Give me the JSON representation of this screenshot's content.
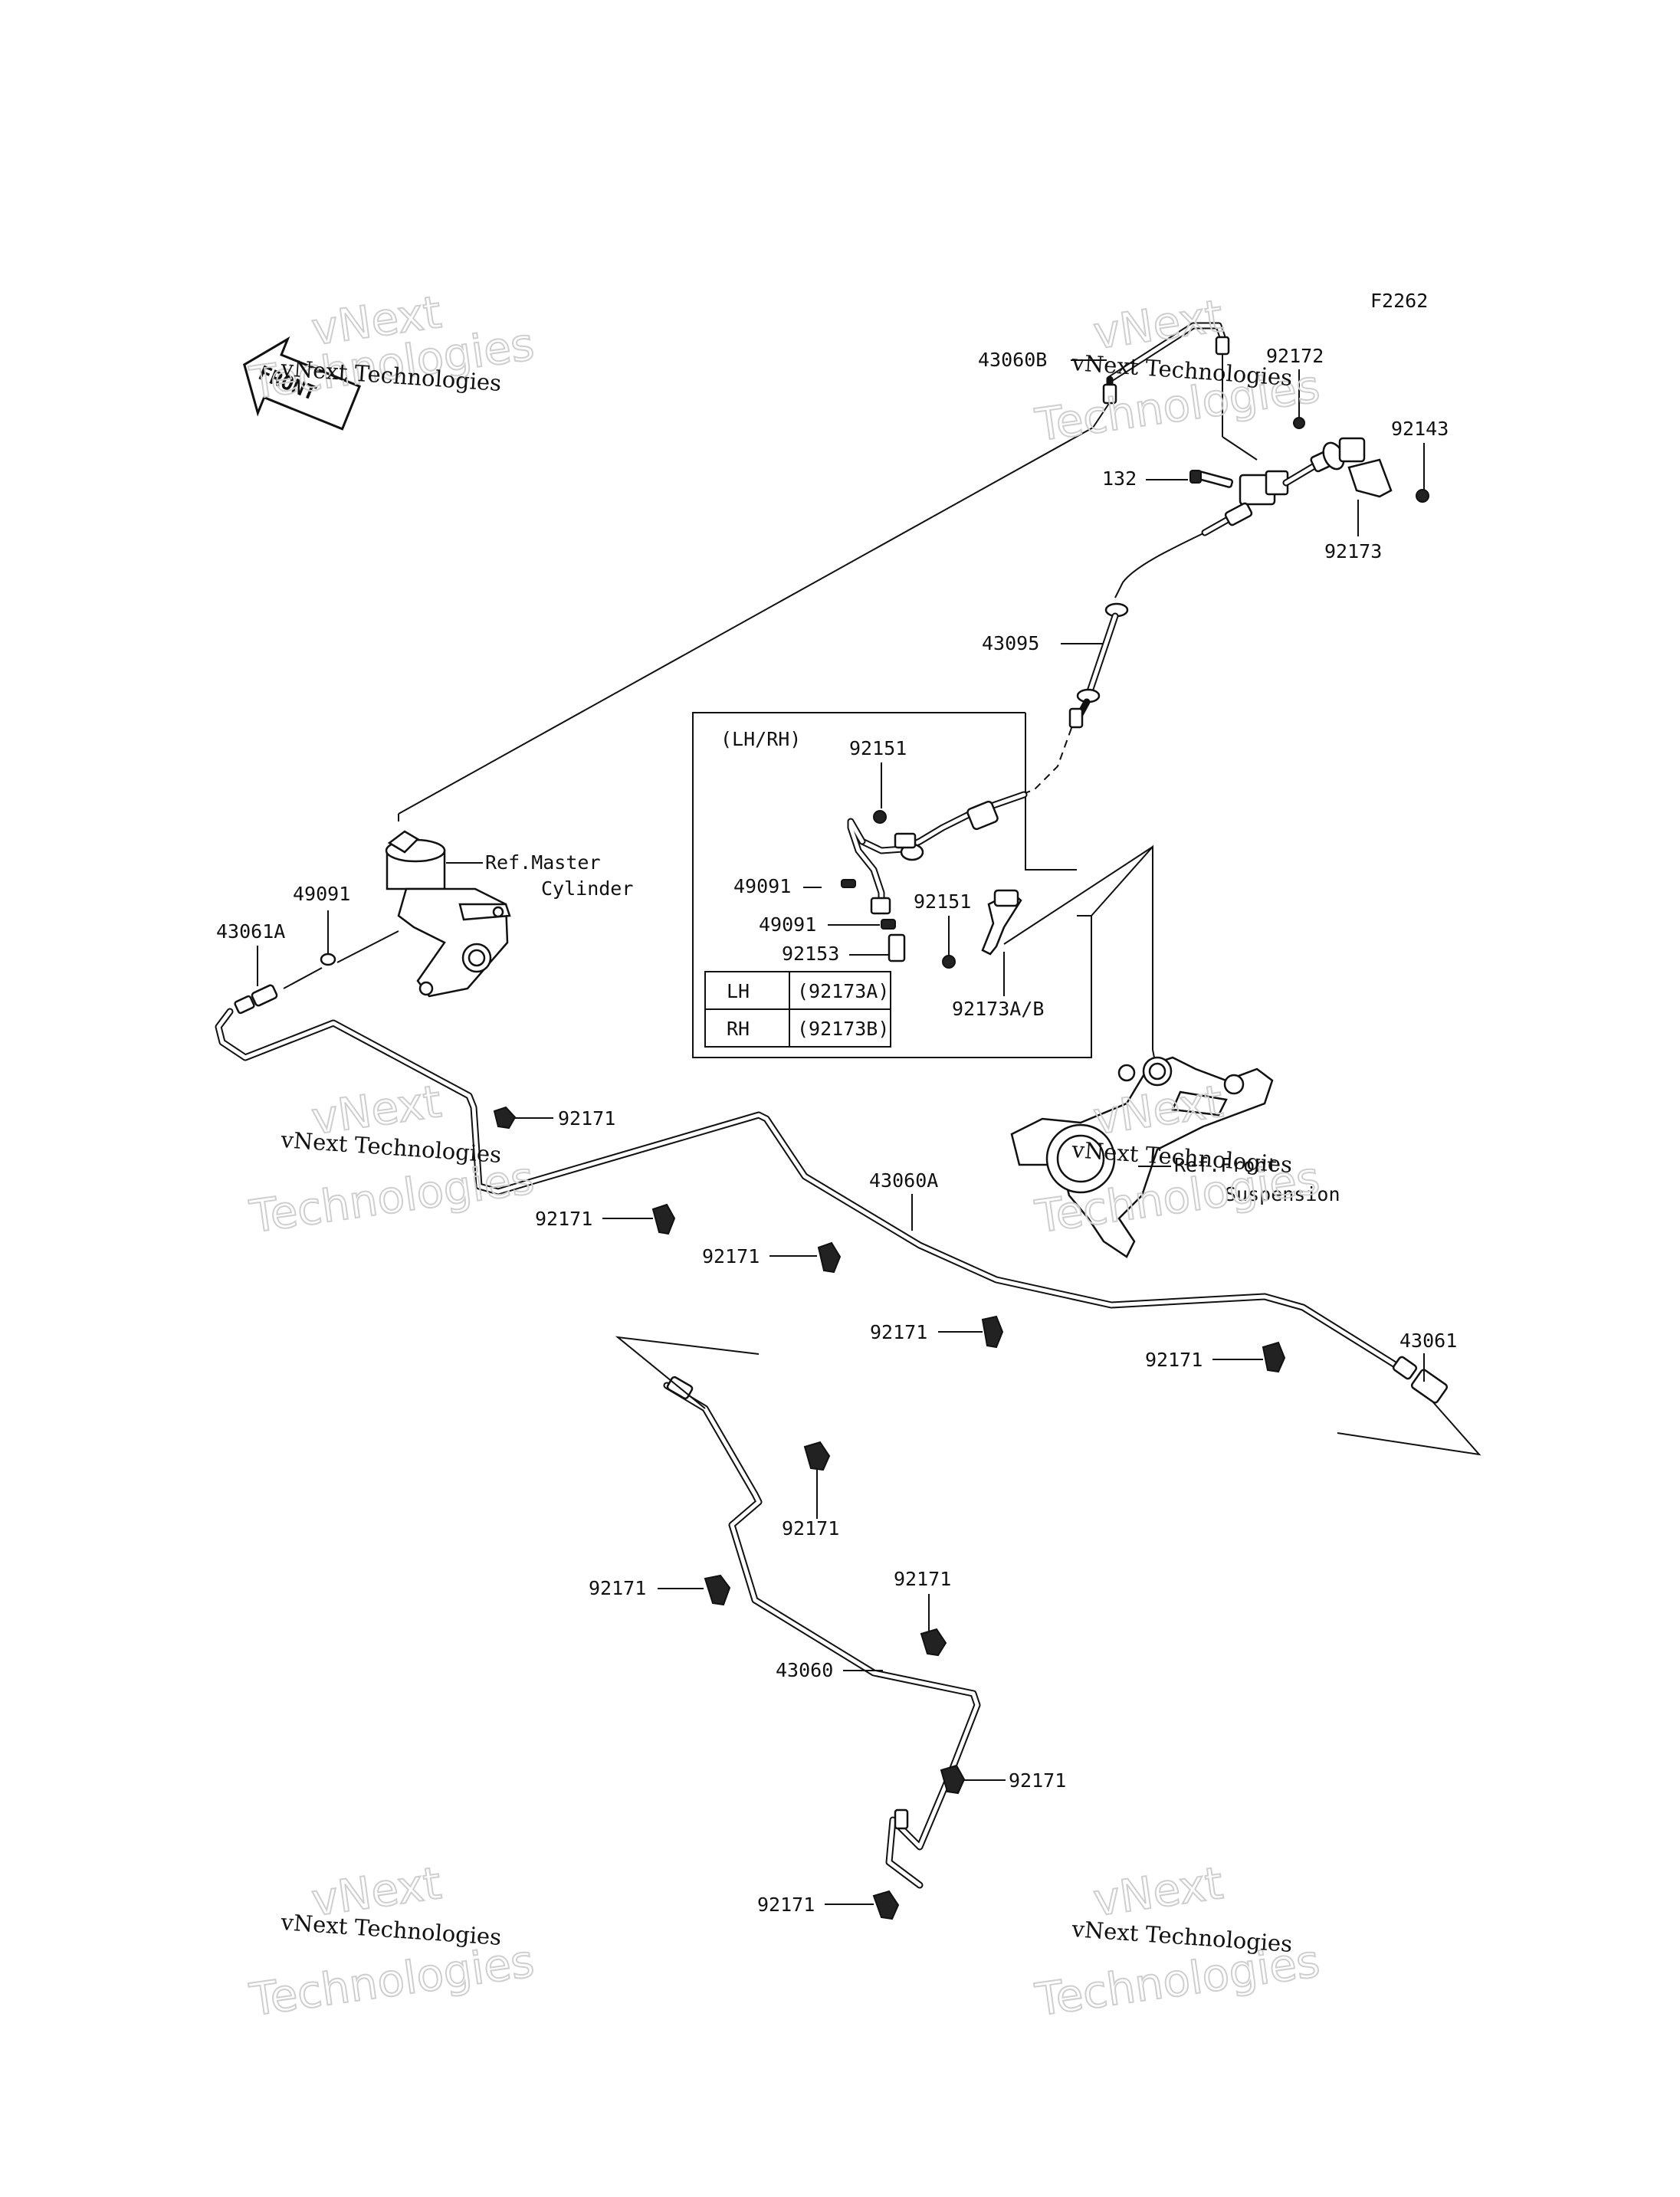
{
  "diagram_id": "F2262",
  "front_badge": "FRONT",
  "watermark": {
    "line1": "vNext Technologies",
    "line2": "Technologies",
    "line3": "vNext"
  },
  "inset": {
    "title": "(LH/RH)",
    "table": [
      {
        "side": "LH",
        "part": "(92173A)"
      },
      {
        "side": "RH",
        "part": "(92173B)"
      }
    ]
  },
  "labels": {
    "p43060B": "43060B",
    "p92172": "92172",
    "p92143": "92143",
    "p132": "132",
    "p92173": "92173",
    "p43095": "43095",
    "p92151a": "92151",
    "p49091a": "49091",
    "p49091b": "49091",
    "p92151b": "92151",
    "p92153": "92153",
    "p92173ab": "92173A/B",
    "p49091c": "49091",
    "p43061A": "43061A",
    "ref_master_1": "Ref.Master",
    "ref_master_2": "Cylinder",
    "p92171_1": "92171",
    "p92171_2": "92171",
    "p92171_3": "92171",
    "p92171_4": "92171",
    "p92171_5": "92171",
    "p92171_6": "92171",
    "p92171_7": "92171",
    "p92171_8": "92171",
    "p92171_9": "92171",
    "p92171_10": "92171",
    "p43060A": "43060A",
    "p43061": "43061",
    "p43060": "43060",
    "ref_susp_1": "Ref.Front",
    "ref_susp_2": "Suspension"
  }
}
